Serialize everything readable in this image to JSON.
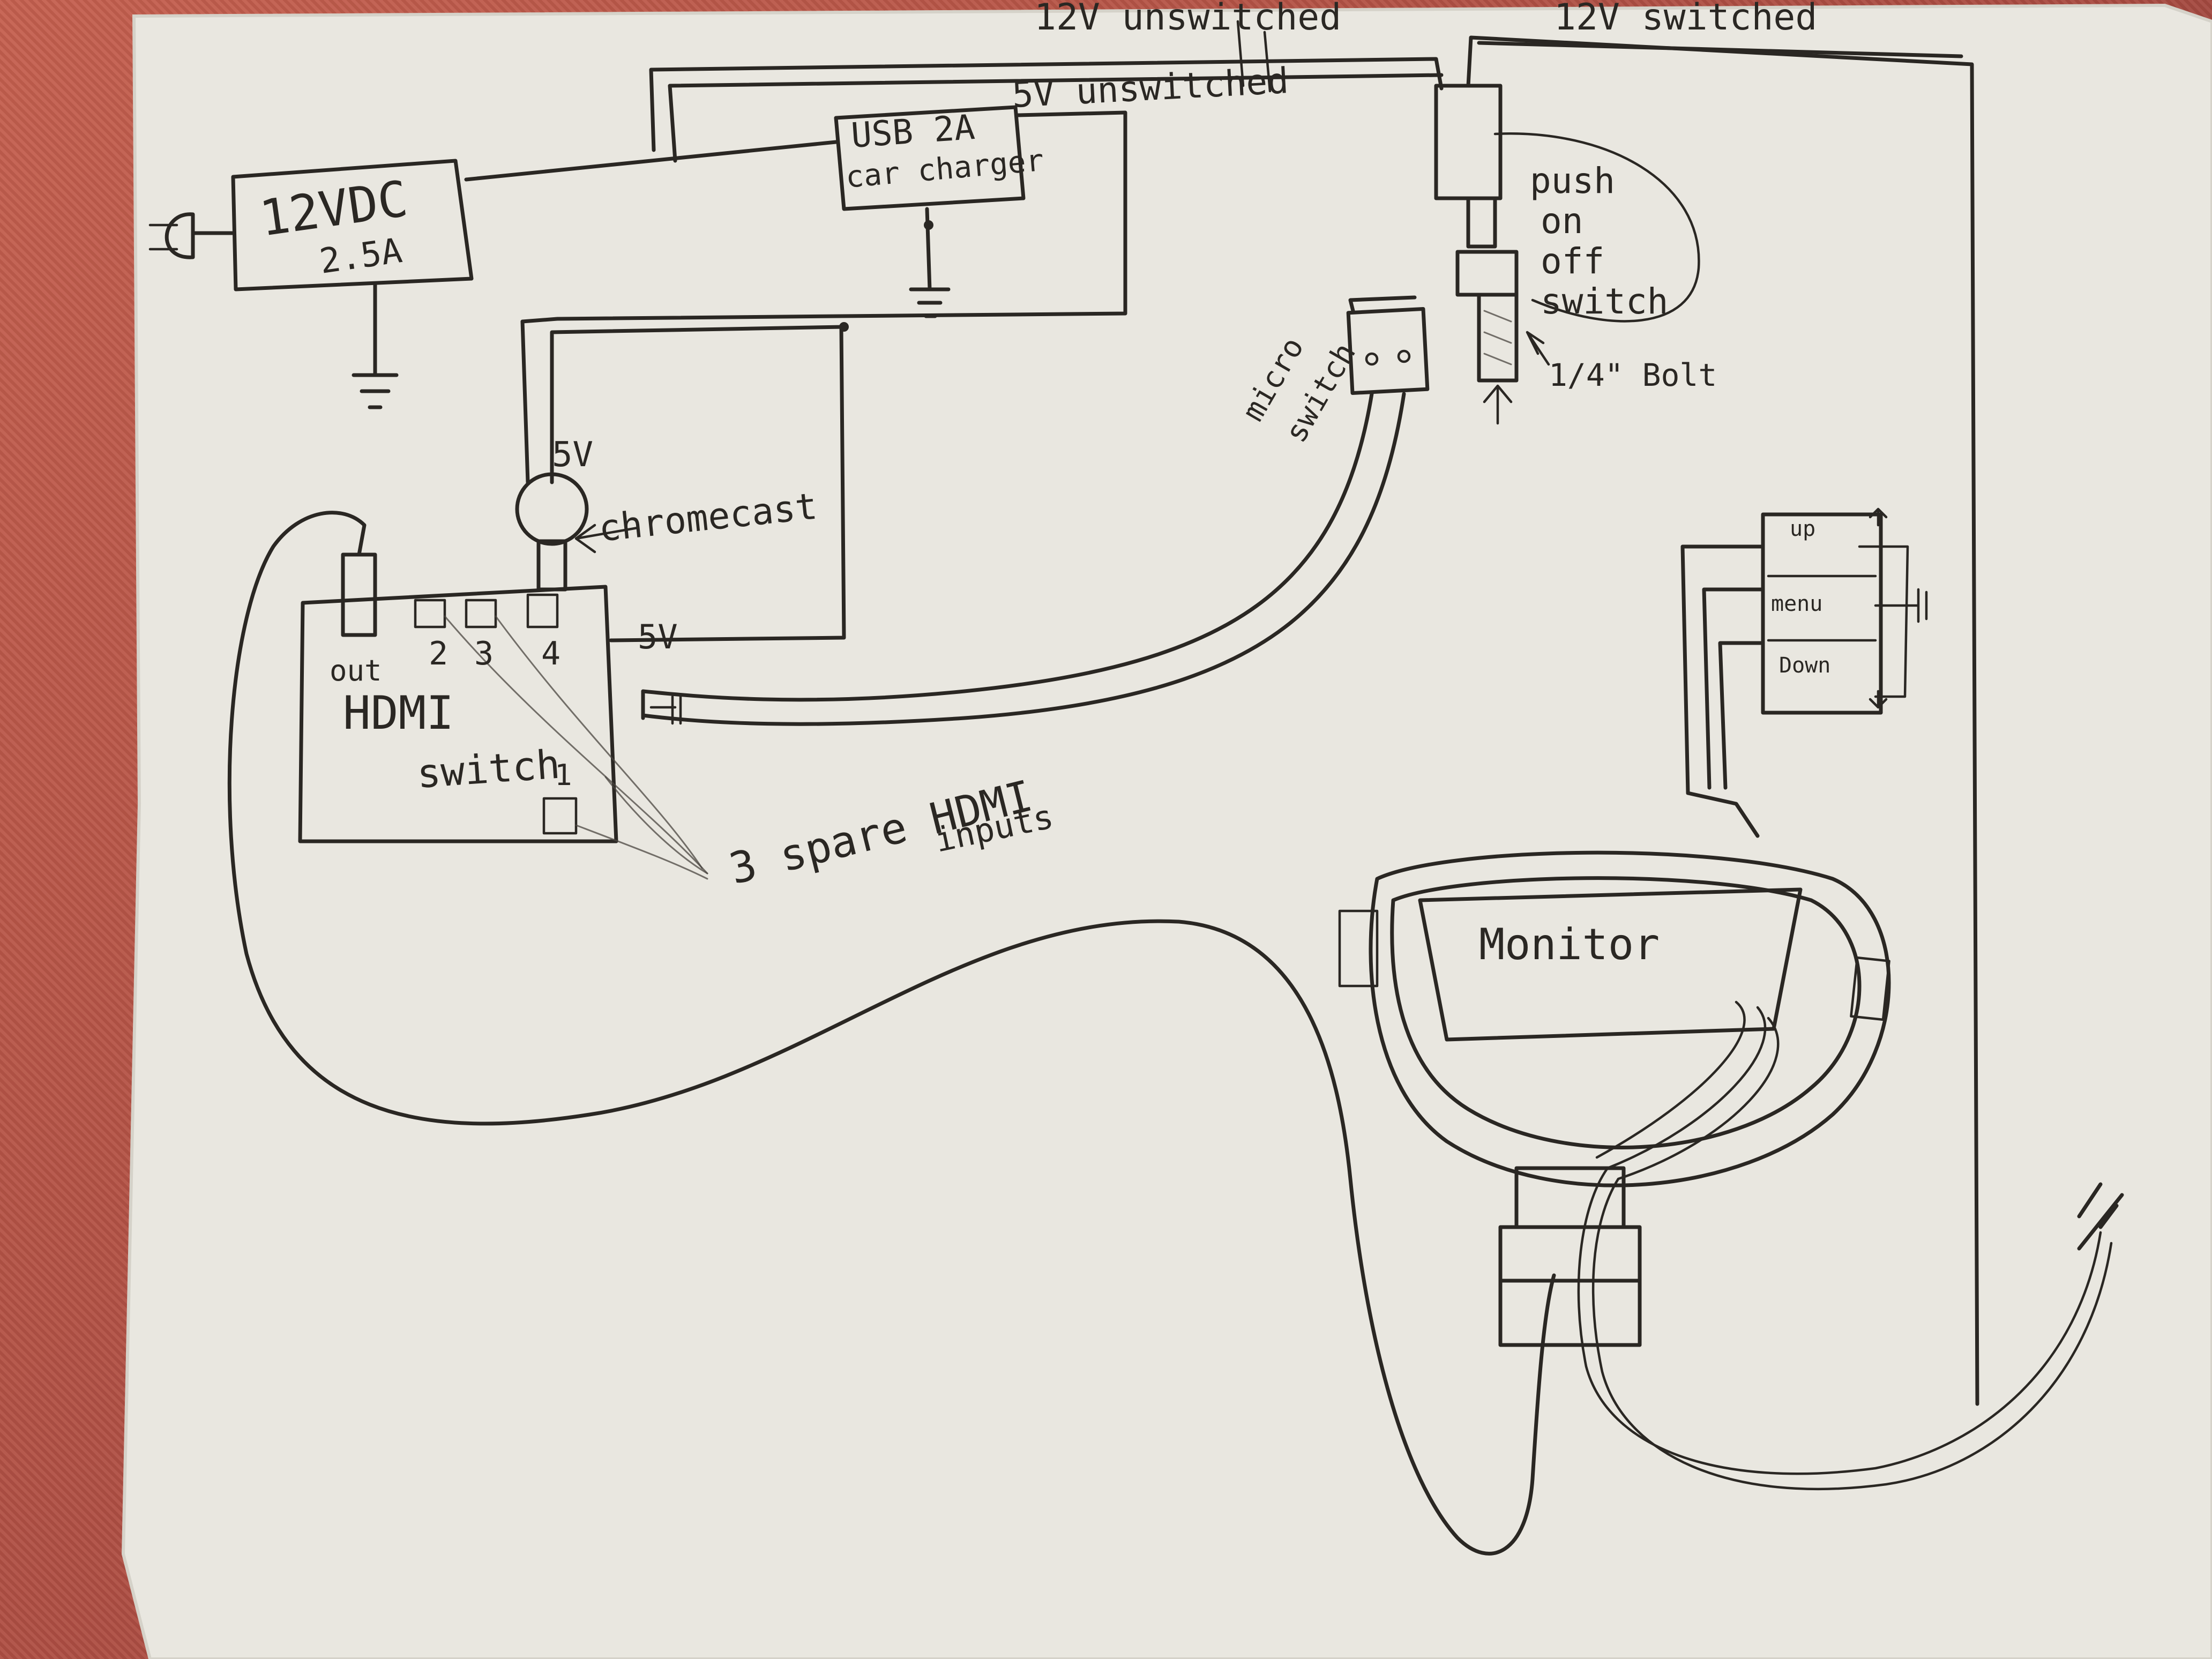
{
  "diagram": {
    "labels": {
      "power_12v_unswitched": "12V unswitched",
      "power_12v_switched": "12V switched",
      "power_5v_unswitched": "5V unswitched",
      "psu_line1": "12VDC",
      "psu_line2": "2.5A",
      "charger_line1": "USB 2A",
      "charger_line2": "car charger",
      "push_switch_line1": "push",
      "push_switch_line2": "on",
      "push_switch_line3": "off",
      "push_switch_line4": "switch",
      "bolt": "1/4\" Bolt",
      "micro_switch_line1": "micro",
      "micro_switch_line2": "switch",
      "chromecast_5v": "5V",
      "chromecast": "chromecast",
      "hdmi_switch_5v": "5V",
      "hdmi_out": "out",
      "hdmi_port_2": "2",
      "hdmi_port_3": "3",
      "hdmi_port_4": "4",
      "hdmi_port_1": "1",
      "hdmi_switch_line1": "HDMI",
      "hdmi_switch_line2": "switch",
      "spare_inputs_line1": "3 spare HDMI",
      "spare_inputs_line2": "inputs",
      "button_up": "up",
      "button_menu": "menu",
      "button_down": "Down",
      "monitor": "Monitor"
    },
    "colors": {
      "paper": "#e9e7e0",
      "ink": "#2a2723",
      "tablecloth": "#b9574a"
    }
  }
}
